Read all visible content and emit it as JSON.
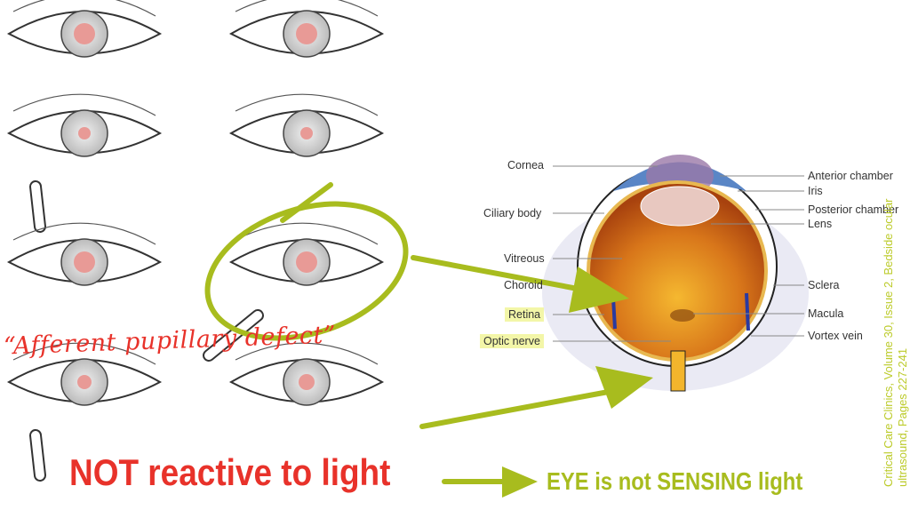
{
  "annotations": {
    "afferent": "“Afferent pupillary defect”",
    "not_reactive": "NOT reactive to light",
    "eye_not_sensing": "EYE is not  SENSING light"
  },
  "anatomy_labels": {
    "cornea": "Cornea",
    "ciliary_body": "Ciliary body",
    "vitreous": "Vitreous",
    "choroid": "Choroid",
    "retina": "Retina",
    "optic_nerve": "Optic nerve",
    "anterior_chamber": "Anterior chamber",
    "iris": "Iris",
    "posterior_chamber": "Posterior chamber",
    "lens": "Lens",
    "sclera": "Sclera",
    "macula": "Macula",
    "vortex_vein": "Vortex vein"
  },
  "citation": {
    "line1": "Critical Care Clinics, Volume 30, Issue 2, Bedside ocular",
    "line2": "ultrasound, Pages 227-241"
  },
  "colors": {
    "red": "#e8322a",
    "green": "#a8bc1e",
    "highlight": "#f3f6a8"
  }
}
